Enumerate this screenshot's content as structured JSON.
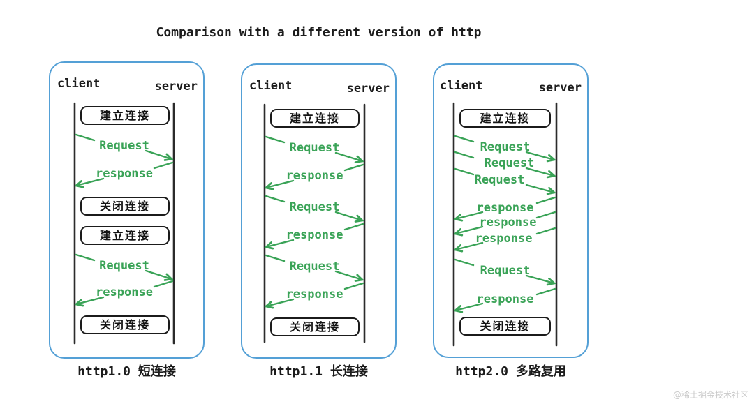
{
  "title": "Comparison with a different version of http",
  "watermark": "@稀土掘金技术社区",
  "colors": {
    "accent_green": "#3aa357",
    "panel_border_blue": "#54a0d6",
    "lifeline_dark": "#2b2b2b",
    "watermark_gray": "#c9c9c9"
  },
  "panels": [
    {
      "client": "client",
      "server": "server",
      "caption": "http1.0 短连接",
      "items": [
        {
          "type": "box",
          "label": "建立连接"
        },
        {
          "type": "request",
          "label": "Request"
        },
        {
          "type": "response",
          "label": "response"
        },
        {
          "type": "box",
          "label": "关闭连接"
        },
        {
          "type": "box",
          "label": "建立连接"
        },
        {
          "type": "request",
          "label": "Request"
        },
        {
          "type": "response",
          "label": "response"
        },
        {
          "type": "box",
          "label": "关闭连接"
        }
      ]
    },
    {
      "client": "client",
      "server": "server",
      "caption": "http1.1 长连接",
      "items": [
        {
          "type": "box",
          "label": "建立连接"
        },
        {
          "type": "request",
          "label": "Request"
        },
        {
          "type": "response",
          "label": "response"
        },
        {
          "type": "request",
          "label": "Request"
        },
        {
          "type": "response",
          "label": "response"
        },
        {
          "type": "request",
          "label": "Request"
        },
        {
          "type": "response",
          "label": "response"
        },
        {
          "type": "box",
          "label": "关闭连接"
        }
      ]
    },
    {
      "client": "client",
      "server": "server",
      "caption": "http2.0 多路复用",
      "items": [
        {
          "type": "box",
          "label": "建立连接"
        },
        {
          "type": "request",
          "label": "Request"
        },
        {
          "type": "request",
          "label": "Request"
        },
        {
          "type": "request",
          "label": "Request"
        },
        {
          "type": "response",
          "label": "response"
        },
        {
          "type": "response",
          "label": "response"
        },
        {
          "type": "response",
          "label": "response"
        },
        {
          "type": "request",
          "label": "Request"
        },
        {
          "type": "response",
          "label": "response"
        },
        {
          "type": "box",
          "label": "关闭连接"
        }
      ]
    }
  ]
}
